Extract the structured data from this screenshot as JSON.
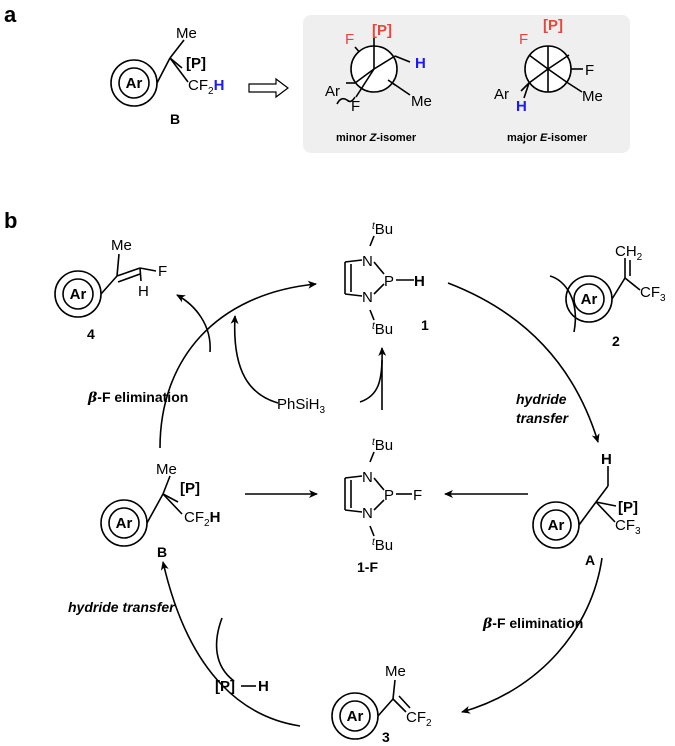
{
  "panel_a": {
    "label": "a",
    "compound": {
      "methyl": "Me",
      "phosphorus": "[P]",
      "difluoromethyl": "CF",
      "sub2": "2",
      "hydrogen": "H",
      "ring": "Ar",
      "id": "B"
    },
    "newman_minor": {
      "top": "[P]",
      "upper_left": "F",
      "right": "H",
      "lower_left_aryl": "Ar",
      "lower_left_f": "F",
      "lower_right": "Me",
      "caption_prefix": "minor ",
      "caption_isomer": "Z",
      "caption_suffix": "-isomer"
    },
    "newman_major": {
      "top": "[P]",
      "upper_left": "F",
      "right": "F",
      "lower_left_aryl": "Ar",
      "lower_left_h": "H",
      "lower_right": "Me",
      "caption_prefix": "major ",
      "caption_isomer": "E",
      "caption_suffix": "-isomer"
    }
  },
  "panel_b": {
    "label": "b",
    "catalyst_1": {
      "tbu_top": "Bu",
      "tbu_bottom": "Bu",
      "t": "t",
      "n_top": "N",
      "n_bottom": "N",
      "p": "P",
      "dash_h": "H",
      "id": "1"
    },
    "catalyst_1f": {
      "tbu_top": "Bu",
      "tbu_bottom": "Bu",
      "t": "t",
      "n_top": "N",
      "n_bottom": "N",
      "p": "P",
      "f": "F",
      "id": "1-F"
    },
    "compound_2": {
      "ch2": "CH",
      "ch2_sub": "2",
      "cf3": "CF",
      "cf3_sub": "3",
      "ring": "Ar",
      "id": "2"
    },
    "compound_4": {
      "methyl": "Me",
      "f": "F",
      "h": "H",
      "ring": "Ar",
      "id": "4"
    },
    "compound_A": {
      "h": "H",
      "phosphorus": "[P]",
      "cf3": "CF",
      "cf3_sub": "3",
      "ring": "Ar",
      "id": "A"
    },
    "compound_B": {
      "methyl": "Me",
      "phosphorus": "[P]",
      "cf2": "CF",
      "cf2_sub": "2",
      "h": "H",
      "ring": "Ar",
      "id": "B"
    },
    "compound_3": {
      "methyl": "Me",
      "cf2": "CF",
      "cf2_sub": "2",
      "ring": "Ar",
      "id": "3"
    },
    "reagents": {
      "silane": "PhSiH",
      "silane_sub": "3",
      "p_h_p": "[P]",
      "p_h_h": "H"
    },
    "steps": {
      "hydride_transfer_1a": "hydride",
      "hydride_transfer_1b": "transfer",
      "beta_f_top": "β",
      "beta_f_top_rest": "-F elimination",
      "beta_f_bottom": "β",
      "beta_f_bottom_rest": "-F elimination",
      "hydride_transfer_2": "hydride transfer"
    }
  }
}
